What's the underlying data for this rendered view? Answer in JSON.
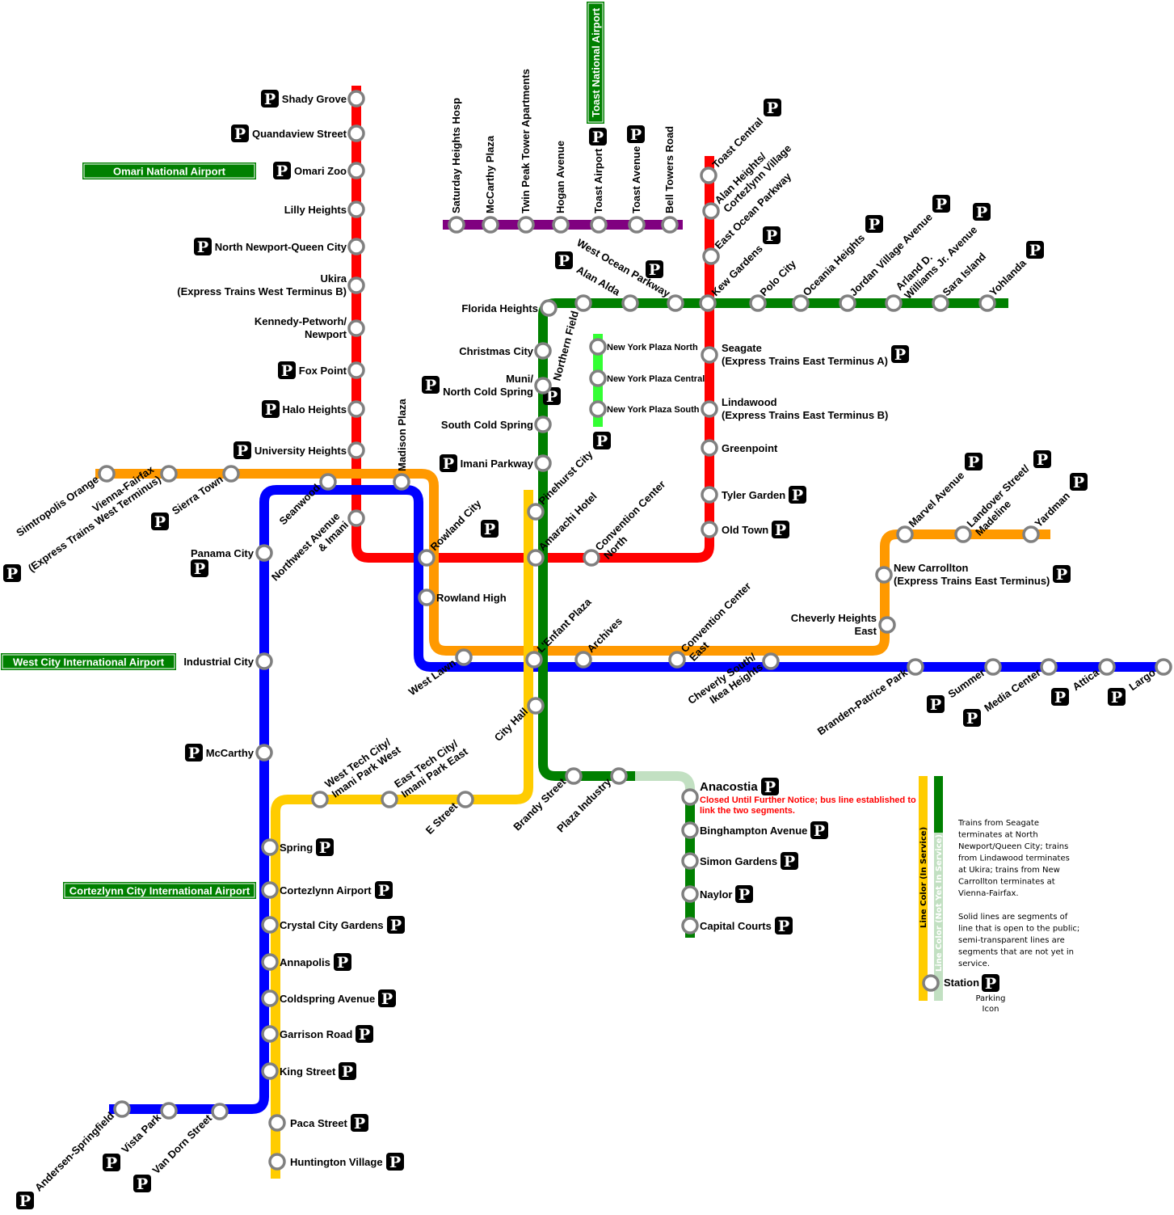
{
  "colors": {
    "red": "#ff0000",
    "orange": "#ff9900",
    "blue": "#0000ff",
    "yellow": "#ffcc00",
    "green": "#008000",
    "lime": "#33ff33",
    "purple": "#800080",
    "green_planned": "#c2e0c2",
    "station_ring": "#808080",
    "airport": "#008000"
  },
  "airports": [
    "Omari National Airport",
    "West City International Airport",
    "Cortezlynn City International Airport",
    "Toast National Airport"
  ],
  "closed_notice": [
    "Closed Until Further Notice; bus line established to",
    "link the two segments."
  ],
  "legend": {
    "in_service": "Line Color (In Service)",
    "not_in_service": "Line Color (Not Yet In Service)",
    "station": "Station",
    "parking": [
      "Parking",
      "Icon"
    ],
    "notes": [
      "Trains from Seagate",
      "terminates at North",
      "Newport/Queen City; trains",
      "from Lindawood terminates",
      "at Ukira; trains from New",
      "Carrollton terminates at",
      "Vienna-Fairfax.",
      "",
      "Solid lines are segments of",
      "line that is open to the public;",
      "semi-transparent lines are",
      "segments that are not yet in",
      "service."
    ]
  },
  "stations": {
    "red": [
      {
        "id": "shady-grove",
        "name": [
          "Shady Grove"
        ],
        "parking": true
      },
      {
        "id": "quandaview",
        "name": [
          "Quandaview Street"
        ],
        "parking": true
      },
      {
        "id": "omari-zoo",
        "name": [
          "Omari Zoo"
        ],
        "parking": true
      },
      {
        "id": "lilly",
        "name": [
          "Lilly Heights"
        ],
        "parking": false
      },
      {
        "id": "north-newport",
        "name": [
          "North Newport-Queen City"
        ],
        "parking": true
      },
      {
        "id": "ukira",
        "name": [
          "Ukira",
          "(Express Trains West Terminus B)"
        ],
        "parking": false
      },
      {
        "id": "kennedy",
        "name": [
          "Kennedy-Petworh/",
          "Newport"
        ],
        "parking": false
      },
      {
        "id": "fox",
        "name": [
          "Fox Point"
        ],
        "parking": true
      },
      {
        "id": "halo",
        "name": [
          "Halo Heights"
        ],
        "parking": true
      },
      {
        "id": "university",
        "name": [
          "University Heights"
        ],
        "parking": true
      },
      {
        "id": "nw-avenue",
        "name": [
          "Northwest Avenue",
          "& Imani"
        ],
        "parking": false
      },
      {
        "id": "rowland-city",
        "name": [
          "Rowland City"
        ],
        "parking": true
      },
      {
        "id": "amarachi",
        "name": [
          "Amarachi Hotel"
        ],
        "parking": false
      },
      {
        "id": "conv-north",
        "name": [
          "Convention Center",
          "North"
        ],
        "parking": false
      },
      {
        "id": "old-town",
        "name": [
          "Old Town"
        ],
        "parking": true
      },
      {
        "id": "tyler",
        "name": [
          "Tyler Garden"
        ],
        "parking": true
      },
      {
        "id": "greenpoint",
        "name": [
          "Greenpoint"
        ],
        "parking": false
      },
      {
        "id": "lindawood",
        "name": [
          "Lindawood",
          "(Express Trains East Terminus B)"
        ],
        "parking": false
      },
      {
        "id": "seagate",
        "name": [
          "Seagate",
          "(Express Trains East Terminus A)"
        ],
        "parking": true
      },
      {
        "id": "kew",
        "name": [
          "Kew Gardens"
        ],
        "parking": true
      },
      {
        "id": "east-ocean",
        "name": [
          "East Ocean Parkway"
        ],
        "parking": false
      },
      {
        "id": "alan-heights",
        "name": [
          "Alan Heights/",
          "Cortezlynn Village"
        ],
        "parking": false
      },
      {
        "id": "toast-central",
        "name": [
          "Toast Central"
        ],
        "parking": true
      }
    ],
    "green": [
      {
        "id": "florida",
        "name": [
          "Florida Heights"
        ],
        "parking": false
      },
      {
        "id": "northern-field",
        "name": [
          "Northern Field"
        ],
        "parking": true
      },
      {
        "id": "alan-alda",
        "name": [
          "Alan Alda"
        ],
        "parking": true
      },
      {
        "id": "west-ocean",
        "name": [
          "West Ocean Parkway"
        ],
        "parking": true
      },
      {
        "id": "polo",
        "name": [
          "Polo City"
        ],
        "parking": false
      },
      {
        "id": "oceania",
        "name": [
          "Oceania Heights"
        ],
        "parking": true
      },
      {
        "id": "jordan",
        "name": [
          "Jordan Village Avenue"
        ],
        "parking": true
      },
      {
        "id": "arland",
        "name": [
          "Arland D.",
          "Williams Jr. Avenue"
        ],
        "parking": true
      },
      {
        "id": "sara",
        "name": [
          "Sara Island"
        ],
        "parking": false
      },
      {
        "id": "yohlanda",
        "name": [
          "Yohlanda"
        ],
        "parking": true
      },
      {
        "id": "christmas",
        "name": [
          "Christmas City"
        ],
        "parking": false
      },
      {
        "id": "muni",
        "name": [
          "Muni/",
          "North Cold Spring"
        ],
        "parking": true
      },
      {
        "id": "south-cold",
        "name": [
          "South Cold Spring"
        ],
        "parking": false
      },
      {
        "id": "imani-parkway",
        "name": [
          "Imani Parkway"
        ],
        "parking": true
      },
      {
        "id": "pinehurst",
        "name": [
          "Pinehurst City"
        ],
        "parking": true
      },
      {
        "id": "lenfant",
        "name": [
          "L'Enfant Plaza"
        ],
        "parking": false
      },
      {
        "id": "city-hall",
        "name": [
          "City Hall"
        ],
        "parking": false
      },
      {
        "id": "brandy",
        "name": [
          "Brandy Street"
        ],
        "parking": false
      },
      {
        "id": "plaza-industry",
        "name": [
          "Plaza Industry"
        ],
        "parking": false
      },
      {
        "id": "anacostia",
        "name": [
          "Anacostia"
        ],
        "parking": true
      },
      {
        "id": "binghampton",
        "name": [
          "Binghampton Avenue"
        ],
        "parking": true
      },
      {
        "id": "simon",
        "name": [
          "Simon Gardens"
        ],
        "parking": true
      },
      {
        "id": "naylor",
        "name": [
          "Naylor"
        ],
        "parking": true
      },
      {
        "id": "capital",
        "name": [
          "Capital Courts"
        ],
        "parking": true
      }
    ],
    "lime": [
      {
        "id": "nyp-north",
        "name": [
          "New York Plaza North"
        ],
        "parking": false
      },
      {
        "id": "nyp-central",
        "name": [
          "New York Plaza Central"
        ],
        "parking": false
      },
      {
        "id": "nyp-south",
        "name": [
          "New York Plaza South"
        ],
        "parking": false
      }
    ],
    "purple": [
      {
        "id": "saturday",
        "name": [
          "Saturday Heights Hosp"
        ],
        "parking": false
      },
      {
        "id": "mccarthy-plaza",
        "name": [
          "McCarthy Plaza"
        ],
        "parking": false
      },
      {
        "id": "twin-peak",
        "name": [
          "Twin Peak Tower Apartments"
        ],
        "parking": false
      },
      {
        "id": "hogan",
        "name": [
          "Hogan Avenue"
        ],
        "parking": false
      },
      {
        "id": "toast-airport",
        "name": [
          "Toast Airport"
        ],
        "parking": true
      },
      {
        "id": "toast-avenue",
        "name": [
          "Toast Avenue"
        ],
        "parking": true
      },
      {
        "id": "bell-towers",
        "name": [
          "Bell Towers Road"
        ],
        "parking": false
      }
    ],
    "orange": [
      {
        "id": "simtropolis",
        "name": [
          "Simtropolis Orange"
        ],
        "parking": false
      },
      {
        "id": "vienna",
        "name": [
          "Vienna-Fairfax",
          "(Express Trains West Terminus)"
        ],
        "parking": true
      },
      {
        "id": "sierra",
        "name": [
          "Sierra Town"
        ],
        "parking": true
      },
      {
        "id": "seanwood",
        "name": [
          "Seanwood"
        ],
        "parking": false
      },
      {
        "id": "madison",
        "name": [
          "Madison Plaza"
        ],
        "parking": false
      },
      {
        "id": "rowland-high",
        "name": [
          "Rowland High"
        ],
        "parking": false
      },
      {
        "id": "west-lawn",
        "name": [
          "West Lawn"
        ],
        "parking": false
      },
      {
        "id": "archives",
        "name": [
          "Archives"
        ],
        "parking": false
      },
      {
        "id": "conv-east",
        "name": [
          "Convention Center",
          "East"
        ],
        "parking": false
      },
      {
        "id": "cheverly-south",
        "name": [
          "Cheverly South/",
          "Ikea Heights"
        ],
        "parking": false
      },
      {
        "id": "cheverly-heights",
        "name": [
          "Cheverly Heights",
          "East"
        ],
        "parking": false
      },
      {
        "id": "new-carrollton",
        "name": [
          "New Carrollton",
          "(Express Trains East Terminus)"
        ],
        "parking": true
      },
      {
        "id": "marvel",
        "name": [
          "Marvel Avenue"
        ],
        "parking": true
      },
      {
        "id": "landover",
        "name": [
          "Landover Street/",
          "Madeline"
        ],
        "parking": true
      },
      {
        "id": "yardman",
        "name": [
          "Yardman"
        ],
        "parking": true
      }
    ],
    "blue": [
      {
        "id": "panama",
        "name": [
          "Panama City"
        ],
        "parking": true
      },
      {
        "id": "industrial",
        "name": [
          "Industrial City"
        ],
        "parking": false
      },
      {
        "id": "mccarthy",
        "name": [
          "McCarthy"
        ],
        "parking": true
      },
      {
        "id": "spring",
        "name": [
          "Spring"
        ],
        "parking": true
      },
      {
        "id": "cortezlynn-airport",
        "name": [
          "Cortezlynn Airport"
        ],
        "parking": true
      },
      {
        "id": "crystal",
        "name": [
          "Crystal City Gardens"
        ],
        "parking": true
      },
      {
        "id": "annapolis",
        "name": [
          "Annapolis"
        ],
        "parking": true
      },
      {
        "id": "coldspring",
        "name": [
          "Coldspring Avenue"
        ],
        "parking": true
      },
      {
        "id": "garrison",
        "name": [
          "Garrison Road"
        ],
        "parking": true
      },
      {
        "id": "king",
        "name": [
          "King Street"
        ],
        "parking": true
      },
      {
        "id": "paca",
        "name": [
          "Paca Street"
        ],
        "parking": true
      },
      {
        "id": "huntington",
        "name": [
          "Huntington Village"
        ],
        "parking": true
      },
      {
        "id": "andersen",
        "name": [
          "Andersen-Springfield"
        ],
        "parking": true
      },
      {
        "id": "vista",
        "name": [
          "Vista Park"
        ],
        "parking": true
      },
      {
        "id": "van-dorn",
        "name": [
          "Van Dorn Street"
        ],
        "parking": true
      },
      {
        "id": "branden",
        "name": [
          "Branden-Patrice Park"
        ],
        "parking": false
      },
      {
        "id": "summer",
        "name": [
          "Summer"
        ],
        "parking": true
      },
      {
        "id": "media",
        "name": [
          "Media Center"
        ],
        "parking": true
      },
      {
        "id": "attica",
        "name": [
          "Attica"
        ],
        "parking": true
      },
      {
        "id": "largo",
        "name": [
          "Largo"
        ],
        "parking": true
      }
    ],
    "yellow": [
      {
        "id": "west-tech",
        "name": [
          "West Tech City/",
          "Imani Park West"
        ],
        "parking": false
      },
      {
        "id": "east-tech",
        "name": [
          "East Tech City/",
          "Imani Park East"
        ],
        "parking": false
      },
      {
        "id": "e-street",
        "name": [
          "E Street"
        ],
        "parking": false
      }
    ]
  }
}
